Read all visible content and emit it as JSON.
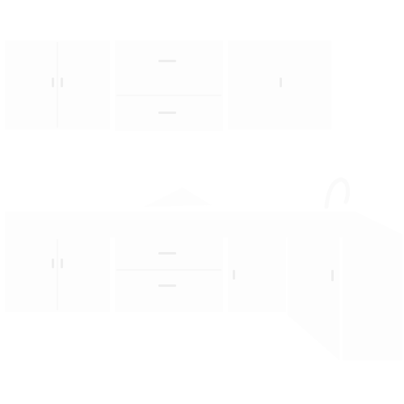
{
  "scene": {
    "background": "#ffffff",
    "panel_color": "#fdfdfd",
    "seam_color": "#f2f2f2",
    "handle_color": "#eeeeee",
    "upper_cabinets": [
      {
        "name": "upper-cabinet-left-double-door",
        "doors": 2
      },
      {
        "name": "upper-cabinet-center-drawers",
        "drawers": 2
      },
      {
        "name": "upper-cabinet-right-single-door",
        "doors": 1
      }
    ],
    "appliances": [
      {
        "name": "range-hood-icon"
      },
      {
        "name": "faucet-icon"
      }
    ],
    "base_cabinets": [
      {
        "name": "base-cabinet-left-double-door",
        "doors": 2
      },
      {
        "name": "base-cabinet-center-drawers",
        "drawers": 2
      },
      {
        "name": "base-cabinet-right-door",
        "doors": 1
      },
      {
        "name": "base-cabinet-corner-end-unit",
        "doors": 1
      }
    ]
  }
}
